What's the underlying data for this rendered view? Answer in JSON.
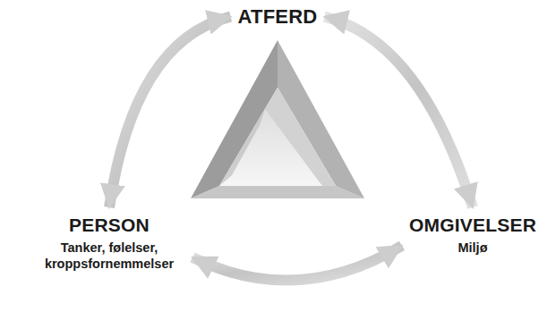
{
  "diagram": {
    "nodes": [
      {
        "text": [
          "ATFERD"
        ]
      },
      {
        "text": [
          "PERSON",
          "Tanker, følelser, kroppsfornemmelser"
        ]
      },
      {
        "text": [
          "OMGIVELSER",
          "Miljø"
        ]
      }
    ],
    "edges": [
      {
        "from": 0,
        "to": 1,
        "arrow": "both"
      },
      {
        "from": 0,
        "to": 2,
        "arrow": "both"
      },
      {
        "from": 1,
        "to": 2,
        "arrow": "both"
      }
    ]
  }
}
